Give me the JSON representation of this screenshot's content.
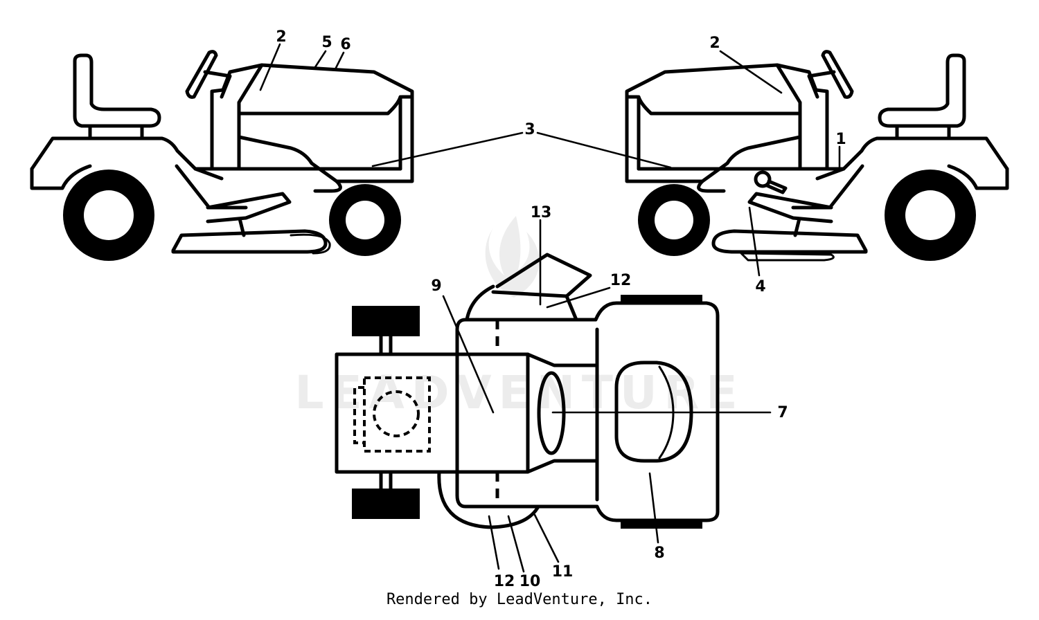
{
  "watermark": {
    "text": "LEADVENTURE"
  },
  "footer": {
    "credit": "Rendered by LeadVenture, Inc."
  },
  "callouts": {
    "c1": "1",
    "c2_left": "2",
    "c2_right": "2",
    "c3": "3",
    "c4": "4",
    "c5": "5",
    "c6": "6",
    "c7": "7",
    "c8": "8",
    "c9": "9",
    "c10": "10",
    "c11": "11",
    "c12_bottom": "12",
    "c12_top": "12",
    "c13": "13"
  }
}
